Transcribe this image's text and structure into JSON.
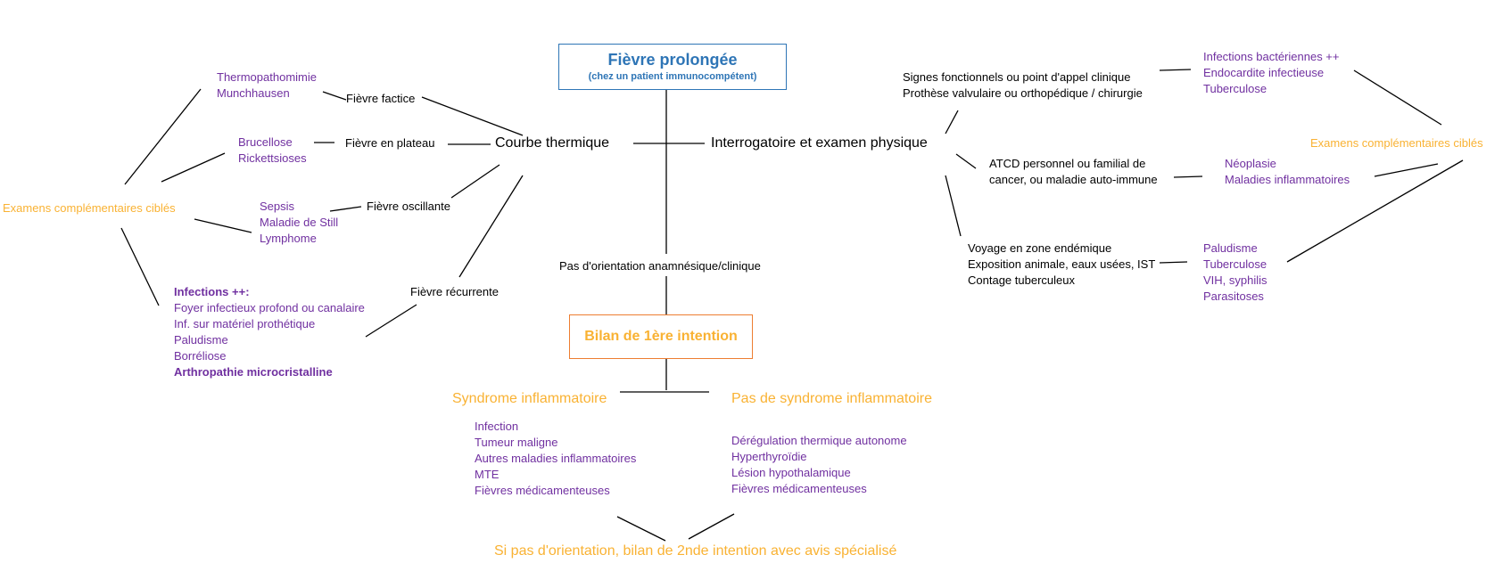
{
  "title": {
    "main": "Fièvre prolongée",
    "sub": "(chez un patient immunocompétent)"
  },
  "center": {
    "courbe": "Courbe thermique",
    "interrogatoire": "Interrogatoire et examen physique",
    "pas_orientation": "Pas d'orientation anamnésique/clinique",
    "bilan": "Bilan de 1ère intention",
    "syndrome": "Syndrome inflammatoire",
    "pas_syndrome": "Pas de syndrome inflammatoire",
    "final": "Si pas d'orientation, bilan de 2nde intention avec avis spécialisé"
  },
  "left": {
    "exams": "Examens complémentaires ciblés",
    "factice": {
      "label": "Fièvre factice",
      "items": [
        "Thermopathomimie",
        "Munchhausen"
      ]
    },
    "plateau": {
      "label": "Fièvre en plateau",
      "items": [
        "Brucellose",
        "Rickettsioses"
      ]
    },
    "oscillante": {
      "label": "Fièvre oscillante",
      "items": [
        "Sepsis",
        "Maladie de Still",
        "Lymphome"
      ]
    },
    "recurrente": {
      "label": "Fièvre récurrente",
      "items": [
        "Infections ++:",
        "Foyer infectieux profond ou canalaire",
        "Inf. sur matériel prothétique",
        "Paludisme",
        "Borréliose",
        "Arthropathie microcristalline"
      ]
    }
  },
  "right": {
    "exams": "Examens complémentaires ciblés",
    "signes": {
      "lines": [
        "Signes fonctionnels ou point d'appel clinique",
        "Prothèse valvulaire ou orthopédique / chirurgie"
      ],
      "items": [
        "Infections bactériennes ++",
        "Endocardite infectieuse",
        "Tuberculose"
      ]
    },
    "atcd": {
      "lines": [
        "ATCD personnel ou familial de",
        "cancer, ou maladie auto-immune"
      ],
      "items": [
        "Néoplasie",
        "Maladies inflammatoires"
      ]
    },
    "voyage": {
      "lines": [
        "Voyage en zone endémique",
        "Exposition animale, eaux usées, IST",
        "Contage tuberculeux"
      ],
      "items": [
        "Paludisme",
        "Tuberculose",
        "VIH, syphilis",
        "Parasitoses"
      ]
    }
  },
  "bottom": {
    "syndrome_items": [
      "Infection",
      "Tumeur maligne",
      "Autres maladies inflammatoires",
      "MTE",
      "Fièvres médicamenteuses"
    ],
    "pas_syndrome_items": [
      "Dérégulation thermique autonome",
      "Hyperthyroïdie",
      "Lésion hypothalamique",
      "Fièvres médicamenteuses"
    ]
  },
  "colors": {
    "title_blue": "#2e75b6",
    "purple": "#7030a0",
    "orange": "#f9b233",
    "bilan_border": "#ed7d31",
    "line": "#000000"
  }
}
